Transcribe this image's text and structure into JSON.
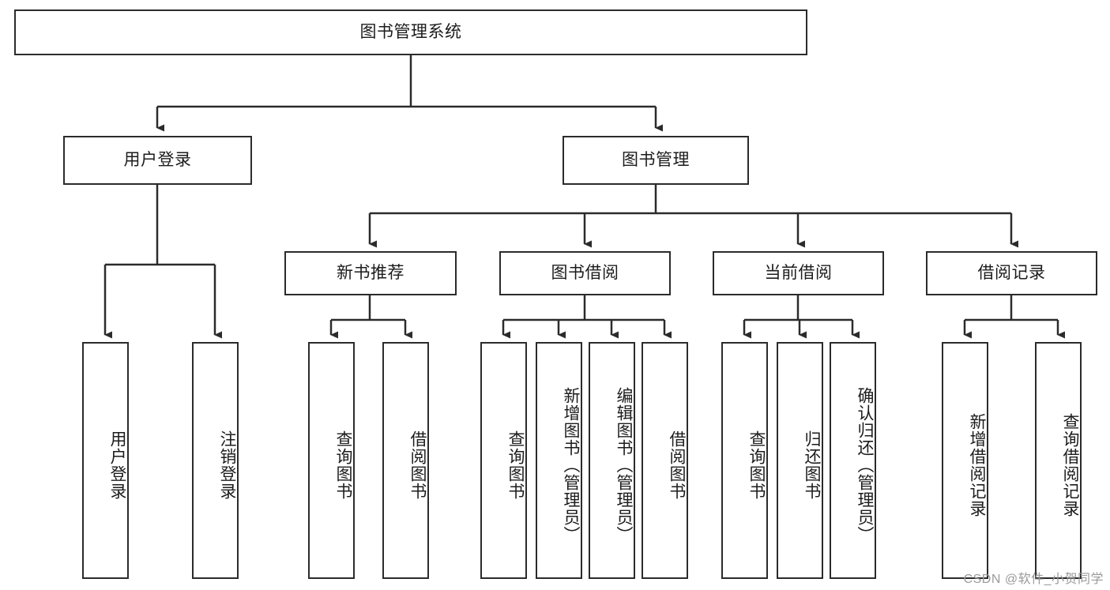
{
  "diagram": {
    "type": "tree",
    "title": "图书管理系统",
    "orientation": "top-down",
    "line_color": "#2b2b2b",
    "box_fill": "#ffffff",
    "text_color": "#1c1c1c"
  },
  "nodes": {
    "root": {
      "label": "图书管理系统"
    },
    "level1": [
      {
        "label": "用户登录"
      },
      {
        "label": "图书管理"
      }
    ],
    "level2": [
      {
        "label": "新书推荐"
      },
      {
        "label": "图书借阅"
      },
      {
        "label": "当前借阅"
      },
      {
        "label": "借阅记录"
      }
    ],
    "leaves": {
      "user_login": [
        {
          "label": "用户登录"
        },
        {
          "label": "注销登录"
        }
      ],
      "new_book_recommend": [
        {
          "label": "查询图书"
        },
        {
          "label": "借阅图书"
        }
      ],
      "book_borrow": [
        {
          "label": "查询图书"
        },
        {
          "label": "新增图书（管理员）"
        },
        {
          "label": "编辑图书（管理员）"
        },
        {
          "label": "借阅图书"
        }
      ],
      "current_borrow": [
        {
          "label": "查询图书"
        },
        {
          "label": "归还图书"
        },
        {
          "label": "确认归还（管理员）"
        }
      ],
      "borrow_record": [
        {
          "label": "新增借阅记录"
        },
        {
          "label": "查询借阅记录"
        }
      ]
    }
  },
  "watermark": {
    "text": "CSDN @软件_小贺同学"
  }
}
